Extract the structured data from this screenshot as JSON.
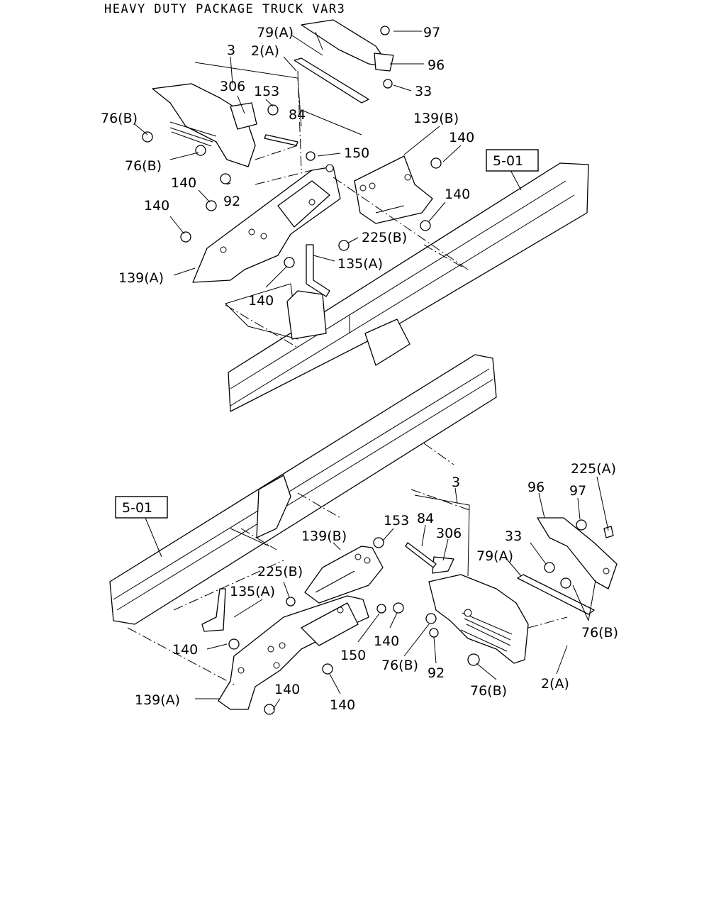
{
  "title": "HEAVY DUTY PACKAGE TRUCK VAR3",
  "callouts_top": [
    {
      "id": "t-79a",
      "text": "79(A)"
    },
    {
      "id": "t-97",
      "text": "97"
    },
    {
      "id": "t-2a",
      "text": "2(A)"
    },
    {
      "id": "t-3",
      "text": "3"
    },
    {
      "id": "t-96",
      "text": "96"
    },
    {
      "id": "t-306",
      "text": "306"
    },
    {
      "id": "t-153",
      "text": "153"
    },
    {
      "id": "t-33",
      "text": "33"
    },
    {
      "id": "t-84",
      "text": "84"
    },
    {
      "id": "t-76b-1",
      "text": "76(B)"
    },
    {
      "id": "t-139b",
      "text": "139(B)"
    },
    {
      "id": "t-140-1",
      "text": "140"
    },
    {
      "id": "t-150",
      "text": "150"
    },
    {
      "id": "t-76b-2",
      "text": "76(B)"
    },
    {
      "id": "t-140-2",
      "text": "140"
    },
    {
      "id": "t-92",
      "text": "92"
    },
    {
      "id": "t-140-3",
      "text": "140"
    },
    {
      "id": "t-140-4",
      "text": "140"
    },
    {
      "id": "t-225b",
      "text": "225(B)"
    },
    {
      "id": "t-135a",
      "text": "135(A)"
    },
    {
      "id": "t-139a",
      "text": "139(A)"
    },
    {
      "id": "t-140-5",
      "text": "140"
    }
  ],
  "callouts_bottom": [
    {
      "id": "b-3",
      "text": "3"
    },
    {
      "id": "b-225a",
      "text": "225(A)"
    },
    {
      "id": "b-96",
      "text": "96"
    },
    {
      "id": "b-97",
      "text": "97"
    },
    {
      "id": "b-153",
      "text": "153"
    },
    {
      "id": "b-84",
      "text": "84"
    },
    {
      "id": "b-306",
      "text": "306"
    },
    {
      "id": "b-139b",
      "text": "139(B)"
    },
    {
      "id": "b-33",
      "text": "33"
    },
    {
      "id": "b-79a",
      "text": "79(A)"
    },
    {
      "id": "b-225b",
      "text": "225(B)"
    },
    {
      "id": "b-135a",
      "text": "135(A)"
    },
    {
      "id": "b-140-1",
      "text": "140"
    },
    {
      "id": "b-150",
      "text": "150"
    },
    {
      "id": "b-140-2",
      "text": "140"
    },
    {
      "id": "b-76b-1",
      "text": "76(B)"
    },
    {
      "id": "b-92",
      "text": "92"
    },
    {
      "id": "b-76b-2",
      "text": "76(B)"
    },
    {
      "id": "b-76b-3",
      "text": "76(B)"
    },
    {
      "id": "b-2a",
      "text": "2(A)"
    },
    {
      "id": "b-139a",
      "text": "139(A)"
    },
    {
      "id": "b-140-3",
      "text": "140"
    },
    {
      "id": "b-140-4",
      "text": "140"
    }
  ],
  "ref_boxes": [
    {
      "id": "ref-top",
      "text": "5-01"
    },
    {
      "id": "ref-bottom",
      "text": "5-01"
    }
  ]
}
